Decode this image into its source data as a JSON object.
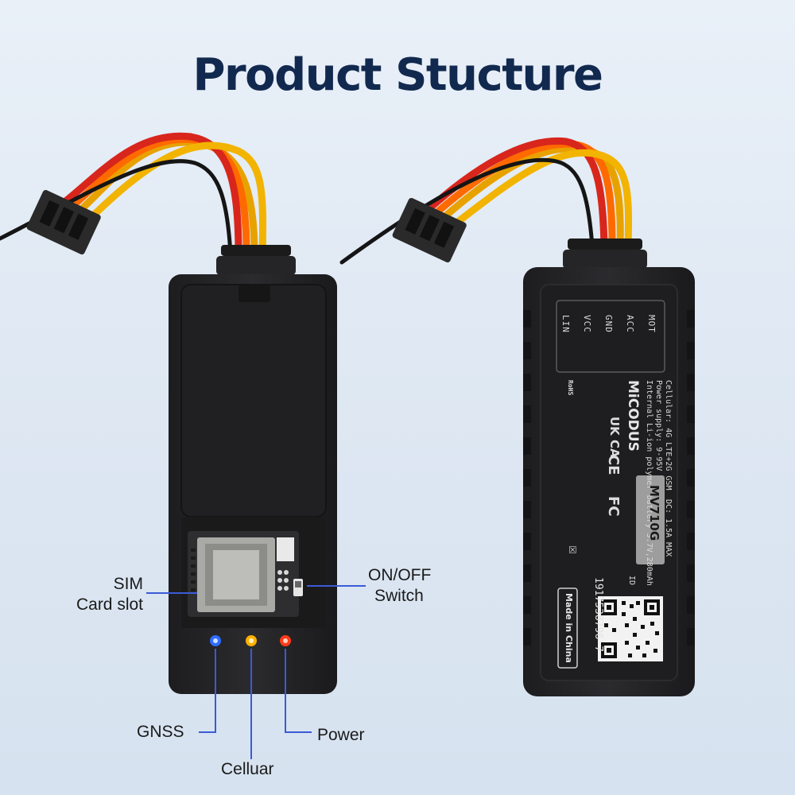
{
  "title": "Product Stucture",
  "labels": {
    "sim_line1": "SIM",
    "sim_line2": "Card slot",
    "switch_line1": "ON/OFF",
    "switch_line2": "Switch",
    "gnss": "GNSS",
    "cellular": "Celluar",
    "power": "Power"
  },
  "device_back": {
    "brand": "MiCODUS",
    "model": "MV710G",
    "spec_cellular": "Cellular: 4G LTE+2G GSM",
    "spec_power": "Power supply: 9-95V",
    "spec_battery": "Internal Li-ion polymer battery 3.7V,280mAh",
    "spec_dc": "DC: 1.5A MAX",
    "pins": [
      "MOT",
      "ACC",
      "GND",
      "VCC",
      "LIN"
    ],
    "id_label": "ID",
    "id_number": "1917538796 7",
    "origin": "Made in China",
    "certs": [
      "UK CA",
      "CE",
      "FC",
      "RoHS"
    ]
  },
  "colors": {
    "title": "#12294f",
    "accent_line": "#3b5bd6",
    "led_gnss": "#2f6cff",
    "led_cellular": "#ffb000",
    "led_power": "#ff3b1a"
  }
}
